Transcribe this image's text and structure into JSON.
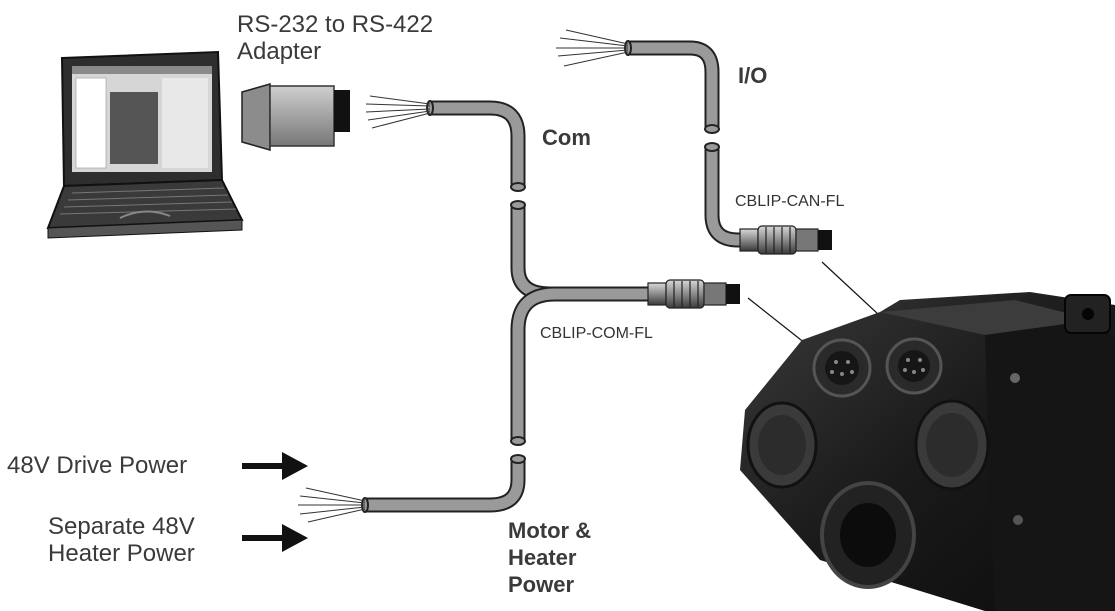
{
  "labels": {
    "adapter_line1": "RS-232 to RS-422",
    "adapter_line2": "Adapter",
    "io": "I/O",
    "com": "Com",
    "can_cable": "CBLIP-CAN-FL",
    "com_cable": "CBLIP-COM-FL",
    "drive_power": "48V Drive Power",
    "heater_line1": "Separate 48V",
    "heater_line2": "Heater Power",
    "motor_line1": "Motor &",
    "motor_line2": "Heater",
    "motor_line3": "Power"
  },
  "icons": [
    "laptop-icon",
    "adapter-icon",
    "connector-icon",
    "motor-icon",
    "arrow-right-icon"
  ],
  "colors": {
    "cable": "#9a9a9a",
    "cable_edge": "#222222",
    "motor_body": "#1c1c1c",
    "arrow": "#111111"
  }
}
